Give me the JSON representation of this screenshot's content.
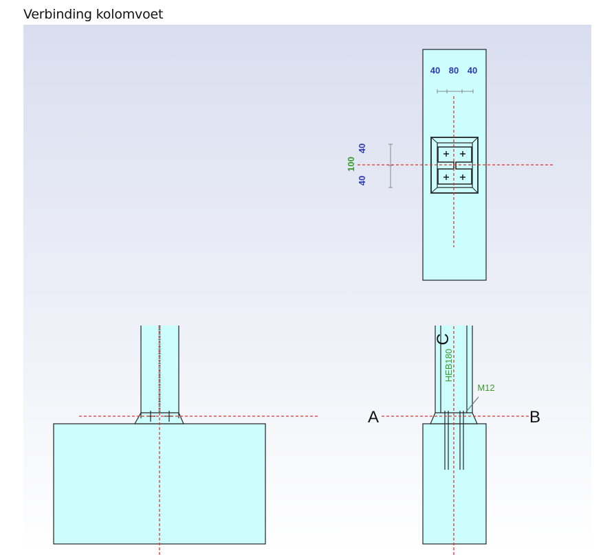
{
  "title": "Verbinding kolomvoet",
  "plan_dims": {
    "horizontal": [
      "40",
      "80",
      "40"
    ],
    "vertical": [
      "40",
      "40"
    ],
    "vertical_total": "100"
  },
  "profile_label": "HEB180",
  "bolt_label": "M12",
  "section_labels": {
    "left": "A",
    "right": "B",
    "cut": "C"
  },
  "colors": {
    "concrete_fill": "#ccfefe",
    "outline": "#222222",
    "axis_line": "#e0302a",
    "dimension_blue": "#2e3ab4",
    "dimension_green": "#3a9a2c"
  }
}
